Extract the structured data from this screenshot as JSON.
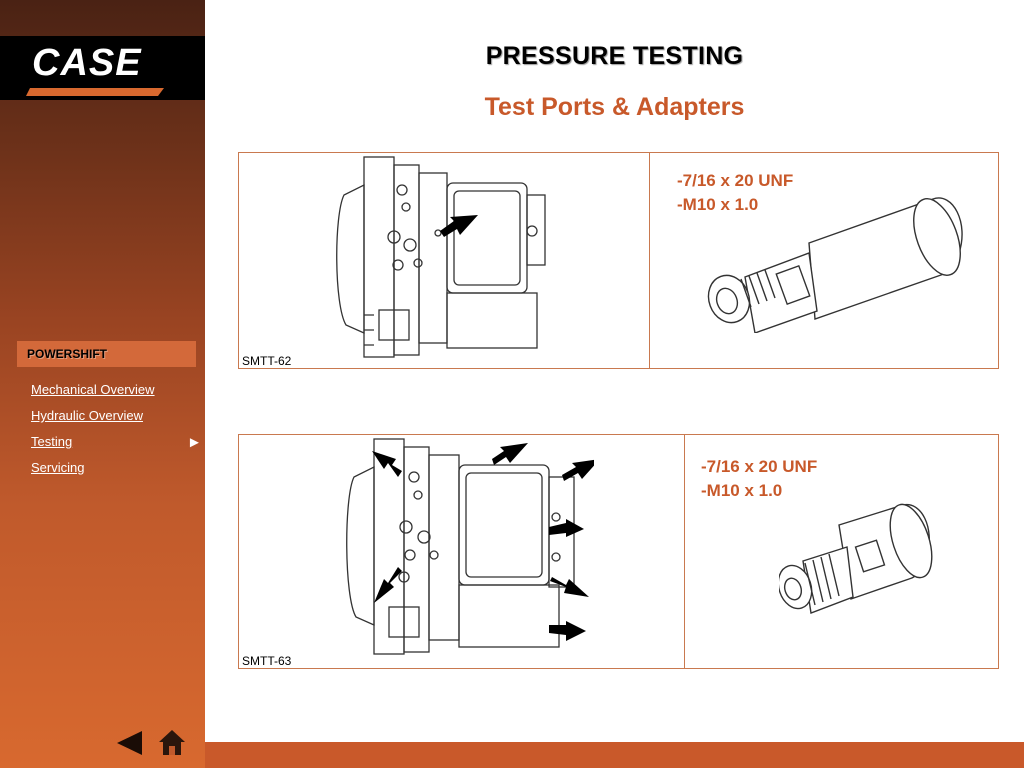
{
  "logo": {
    "text": "CASE"
  },
  "header": {
    "title": "PRESSURE TESTING",
    "subtitle": "Test Ports & Adapters"
  },
  "sidebar": {
    "section": "POWERSHIFT",
    "items": [
      {
        "label": "Mechanical Overview"
      },
      {
        "label": "Hydraulic Overview"
      },
      {
        "label": "Testing"
      },
      {
        "label": "Servicing"
      }
    ],
    "current_marker": "►"
  },
  "figures": [
    {
      "caption": "SMTT-62",
      "spec_line1": "-7/16 x 20 UNF",
      "spec_line2": "-M10 x 1.0"
    },
    {
      "caption": "SMTT-63",
      "spec_line1": "-7/16 x 20 UNF",
      "spec_line2": "-M10 x 1.0"
    }
  ],
  "colors": {
    "accent": "#c8592a",
    "logo_band": "#000000",
    "frame": "#c9794f"
  },
  "icons": {
    "prev": "left-triangle-icon",
    "home": "home-icon"
  }
}
